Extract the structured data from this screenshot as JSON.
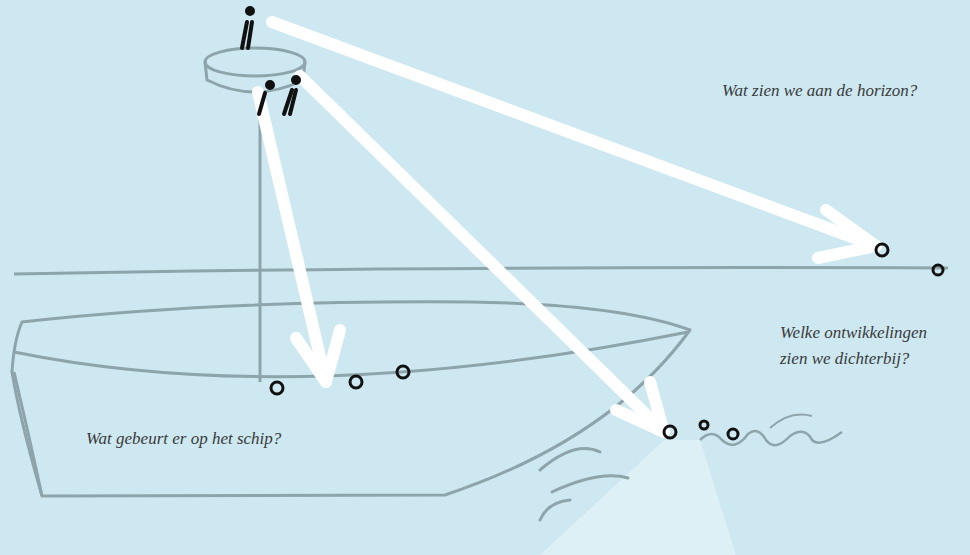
{
  "diagram": {
    "labels": [
      "Wat zien we aan de horizon?",
      "Welke ontwikkelingen zien we dichterbij?",
      "Wat gebeurt er op het schip?"
    ]
  }
}
